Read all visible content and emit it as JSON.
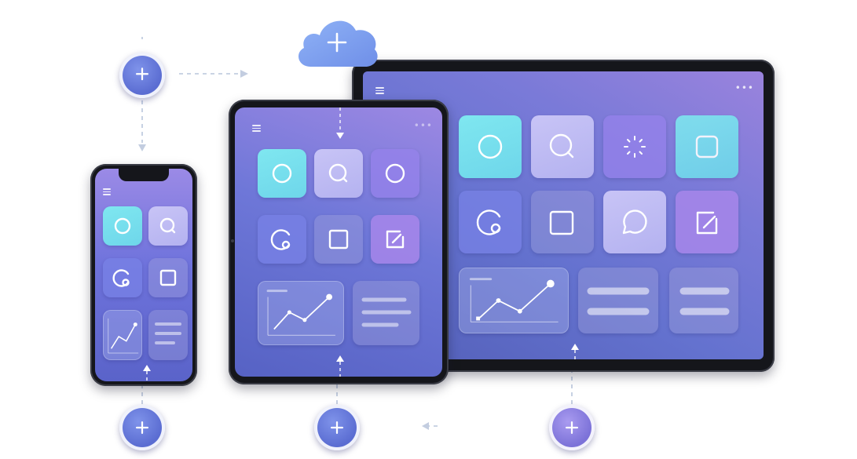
{
  "icons": {
    "cloud": "cloud-plus-icon",
    "plus": "plus-icon",
    "menu": "hamburger-menu-icon",
    "more": "more-dots-icon",
    "tile_icons": [
      "circle-icon",
      "search-icon",
      "loading-spinner-icon",
      "square-icon",
      "refresh-icon",
      "chat-bubble-icon",
      "edit-note-icon",
      "line-chart-icon",
      "text-lines-icon"
    ]
  },
  "colors": {
    "accent_blue": "#5b6dd2",
    "accent_violet": "#7c72d8",
    "tile_cyan": "#7fe7f0",
    "tile_lavender": "#c8c4f6",
    "cloud": "#7fa6f2"
  },
  "devices": [
    "phone",
    "small-tablet",
    "large-tablet"
  ],
  "more_dots": "•••"
}
